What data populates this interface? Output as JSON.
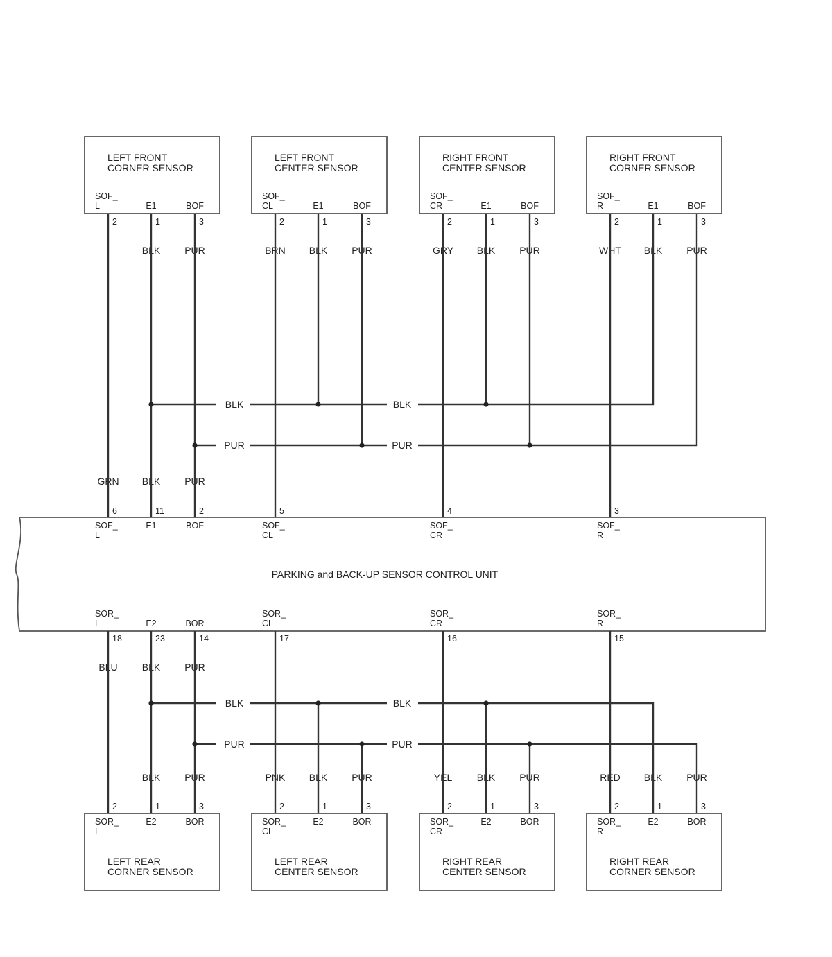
{
  "colors": {
    "wire": "#333333",
    "box": "#555555",
    "text": "#222222",
    "background": "#ffffff"
  },
  "control_unit": {
    "name": "PARKING and BACK-UP SENSOR CONTROL UNIT",
    "top_terminals": [
      {
        "name": [
          "SOF_",
          "L"
        ],
        "pin": "6",
        "wire": "GRN"
      },
      {
        "name": [
          "E1"
        ],
        "pin": "11",
        "wire": "BLK"
      },
      {
        "name": [
          "BOF"
        ],
        "pin": "2",
        "wire": "PUR"
      },
      {
        "name": [
          "SOF_",
          "CL"
        ],
        "pin": "5"
      },
      {
        "name": [
          "SOF_",
          "CR"
        ],
        "pin": "4"
      },
      {
        "name": [
          "SOF_",
          "R"
        ],
        "pin": "3"
      }
    ],
    "bottom_terminals": [
      {
        "name": [
          "SOR_",
          "L"
        ],
        "pin": "18",
        "wire": "BLU"
      },
      {
        "name": [
          "E2"
        ],
        "pin": "23",
        "wire": "BLK"
      },
      {
        "name": [
          "BOR"
        ],
        "pin": "14",
        "wire": "PUR"
      },
      {
        "name": [
          "SOR_",
          "CL"
        ],
        "pin": "17"
      },
      {
        "name": [
          "SOR_",
          "CR"
        ],
        "pin": "16"
      },
      {
        "name": [
          "SOR_",
          "R"
        ],
        "pin": "15"
      }
    ]
  },
  "front_sensors": [
    {
      "name": [
        "LEFT FRONT",
        "CORNER SENSOR"
      ],
      "pins": [
        {
          "name": [
            "SOF_",
            "L"
          ],
          "number": "2",
          "wire": ""
        },
        {
          "name": [
            "E1"
          ],
          "number": "1",
          "wire": "BLK"
        },
        {
          "name": [
            "BOF"
          ],
          "number": "3",
          "wire": "PUR"
        }
      ]
    },
    {
      "name": [
        "LEFT FRONT",
        "CENTER SENSOR"
      ],
      "pins": [
        {
          "name": [
            "SOF_",
            "CL"
          ],
          "number": "2",
          "wire": "BRN"
        },
        {
          "name": [
            "E1"
          ],
          "number": "1",
          "wire": "BLK"
        },
        {
          "name": [
            "BOF"
          ],
          "number": "3",
          "wire": "PUR"
        }
      ]
    },
    {
      "name": [
        "RIGHT FRONT",
        "CENTER SENSOR"
      ],
      "pins": [
        {
          "name": [
            "SOF_",
            "CR"
          ],
          "number": "2",
          "wire": "GRY"
        },
        {
          "name": [
            "E1"
          ],
          "number": "1",
          "wire": "BLK"
        },
        {
          "name": [
            "BOF"
          ],
          "number": "3",
          "wire": "PUR"
        }
      ]
    },
    {
      "name": [
        "RIGHT FRONT",
        "CORNER SENSOR"
      ],
      "pins": [
        {
          "name": [
            "SOF_",
            "R"
          ],
          "number": "2",
          "wire": "WHT"
        },
        {
          "name": [
            "E1"
          ],
          "number": "1",
          "wire": "BLK"
        },
        {
          "name": [
            "BOF"
          ],
          "number": "3",
          "wire": "PUR"
        }
      ]
    }
  ],
  "rear_sensors": [
    {
      "name": [
        "LEFT REAR",
        "CORNER SENSOR"
      ],
      "pins": [
        {
          "name": [
            "SOR_",
            "L"
          ],
          "number": "2",
          "wire": ""
        },
        {
          "name": [
            "E2"
          ],
          "number": "1",
          "wire": "BLK"
        },
        {
          "name": [
            "BOR"
          ],
          "number": "3",
          "wire": "PUR"
        }
      ]
    },
    {
      "name": [
        "LEFT REAR",
        "CENTER SENSOR"
      ],
      "pins": [
        {
          "name": [
            "SOR_",
            "CL"
          ],
          "number": "2",
          "wire": "PNK"
        },
        {
          "name": [
            "E2"
          ],
          "number": "1",
          "wire": "BLK"
        },
        {
          "name": [
            "BOR"
          ],
          "number": "3",
          "wire": "PUR"
        }
      ]
    },
    {
      "name": [
        "RIGHT REAR",
        "CENTER SENSOR"
      ],
      "pins": [
        {
          "name": [
            "SOR_",
            "CR"
          ],
          "number": "2",
          "wire": "YEL"
        },
        {
          "name": [
            "E2"
          ],
          "number": "1",
          "wire": "BLK"
        },
        {
          "name": [
            "BOR"
          ],
          "number": "3",
          "wire": "PUR"
        }
      ]
    },
    {
      "name": [
        "RIGHT REAR",
        "CORNER SENSOR"
      ],
      "pins": [
        {
          "name": [
            "SOR_",
            "R"
          ],
          "number": "2",
          "wire": "RED"
        },
        {
          "name": [
            "E2"
          ],
          "number": "1",
          "wire": "BLK"
        },
        {
          "name": [
            "BOR"
          ],
          "number": "3",
          "wire": "PUR"
        }
      ]
    }
  ],
  "buses": {
    "front_ground": {
      "labels": [
        "BLK",
        "BLK"
      ]
    },
    "front_power": {
      "labels": [
        "PUR",
        "PUR"
      ]
    },
    "rear_ground": {
      "labels": [
        "BLK",
        "BLK"
      ]
    },
    "rear_power": {
      "labels": [
        "PUR",
        "PUR"
      ]
    }
  }
}
